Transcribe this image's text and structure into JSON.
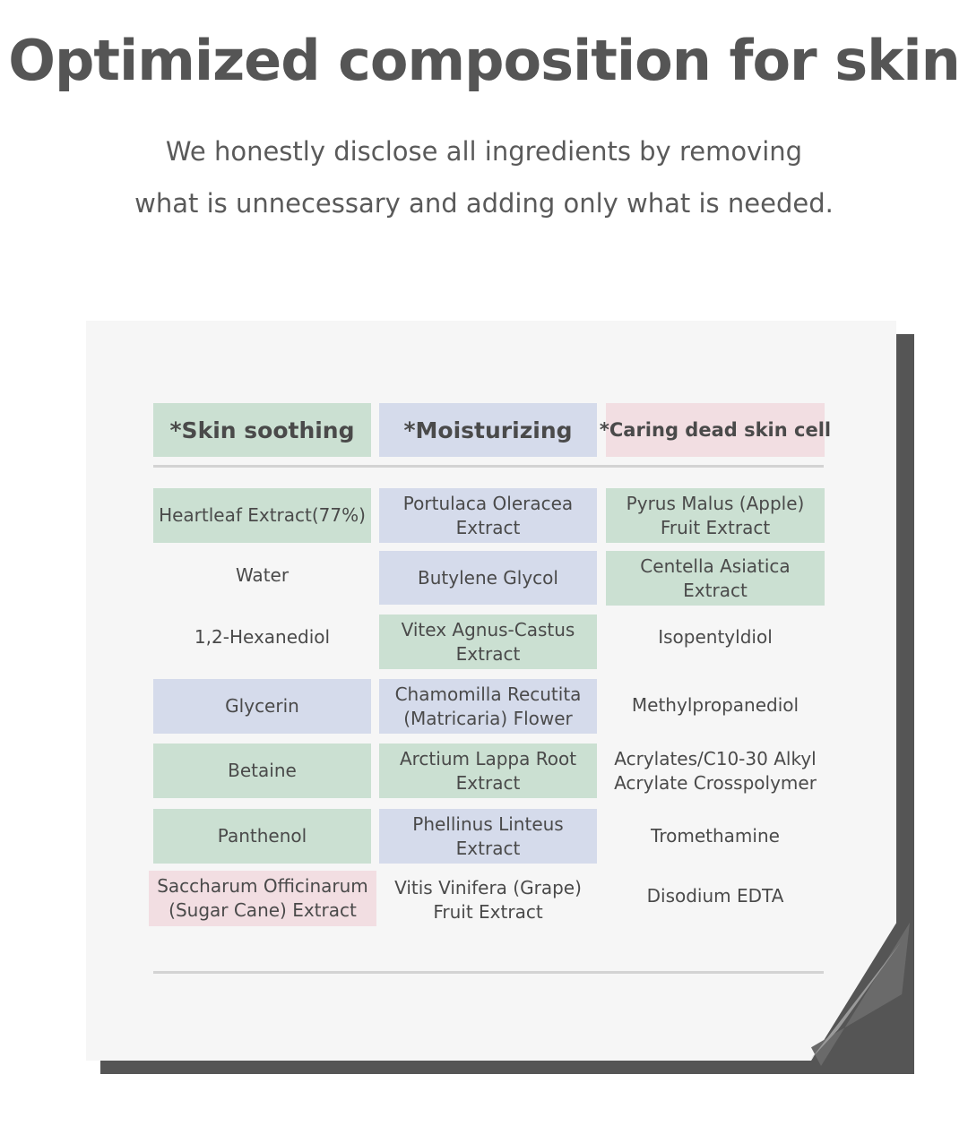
{
  "header": {
    "title": "Optimized composition for skin",
    "subtitle_line1": "We honestly disclose all ingredients by removing",
    "subtitle_line2": "what is unnecessary and adding only what is needed."
  },
  "colors": {
    "skin_soothing": "#cbe0d2",
    "moisturizing": "#d5dbeb",
    "caring_dead_skin_cell": "#f2dee2",
    "text": "#4a4a4a"
  },
  "table": {
    "categories": {
      "skin_soothing": "*Skin soothing",
      "moisturizing": "*Moisturizing",
      "caring_dead_skin_cell": "*Caring dead skin cell"
    },
    "col1": [
      "Heartleaf Extract(77%)",
      "Water",
      "1,2-Hexanediol",
      "Glycerin",
      "Betaine",
      "Panthenol",
      "Saccharum Officinarum (Sugar Cane) Extract"
    ],
    "col2": [
      "Portulaca Oleracea Extract",
      "Butylene Glycol",
      "Vitex Agnus-Castus Extract",
      "Chamomilla Recutita (Matricaria) Flower",
      "Arctium Lappa Root Extract",
      "Phellinus Linteus Extract",
      "Vitis Vinifera (Grape) Fruit Extract"
    ],
    "col3": [
      "Pyrus Malus (Apple) Fruit Extract",
      "Centella Asiatica Extract",
      "Isopentyldiol",
      "Methylpropanediol",
      "Acrylates/C10-30 Alkyl Acrylate Crosspolymer",
      "Tromethamine",
      "Disodium EDTA"
    ]
  }
}
